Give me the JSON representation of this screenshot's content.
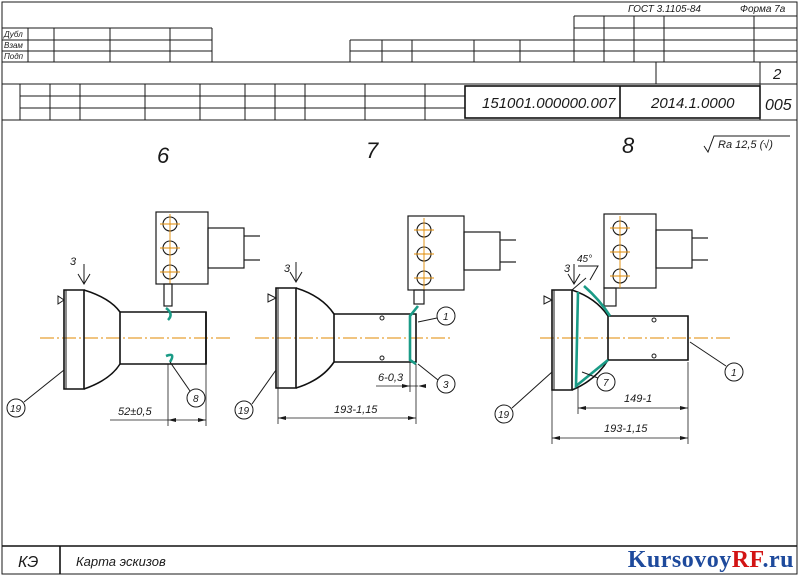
{
  "title_block": {
    "standard": "ГОСТ 3.1105-84",
    "form": "Форма 7а",
    "row_labels": [
      "Дубл",
      "Взам",
      "Подп"
    ],
    "sheet_number": "2",
    "document_code": "151001.000000.007",
    "part_code": "2014.1.0000",
    "operation_number": "005",
    "doc_type": "КЭ",
    "doc_name": "Карта эскизов"
  },
  "roughness": "Ra 12,5 (√)",
  "sketches": [
    {
      "step": "6",
      "datum_label": "3",
      "callouts": [
        "19",
        "8"
      ],
      "dimensions": [
        "52±0,5"
      ]
    },
    {
      "step": "7",
      "datum_label": "3",
      "callouts": [
        "1",
        "3",
        "19"
      ],
      "dimensions": [
        "6-0,3",
        "193-1,15"
      ]
    },
    {
      "step": "8",
      "datum_label": "3",
      "chamfer_angle": "45°",
      "callouts": [
        "7",
        "1",
        "19"
      ],
      "dimensions": [
        "149-1",
        "193-1,15"
      ]
    }
  ],
  "watermark": {
    "main": "Kursovoy",
    "accent": "RF",
    "suffix": ".ru"
  }
}
